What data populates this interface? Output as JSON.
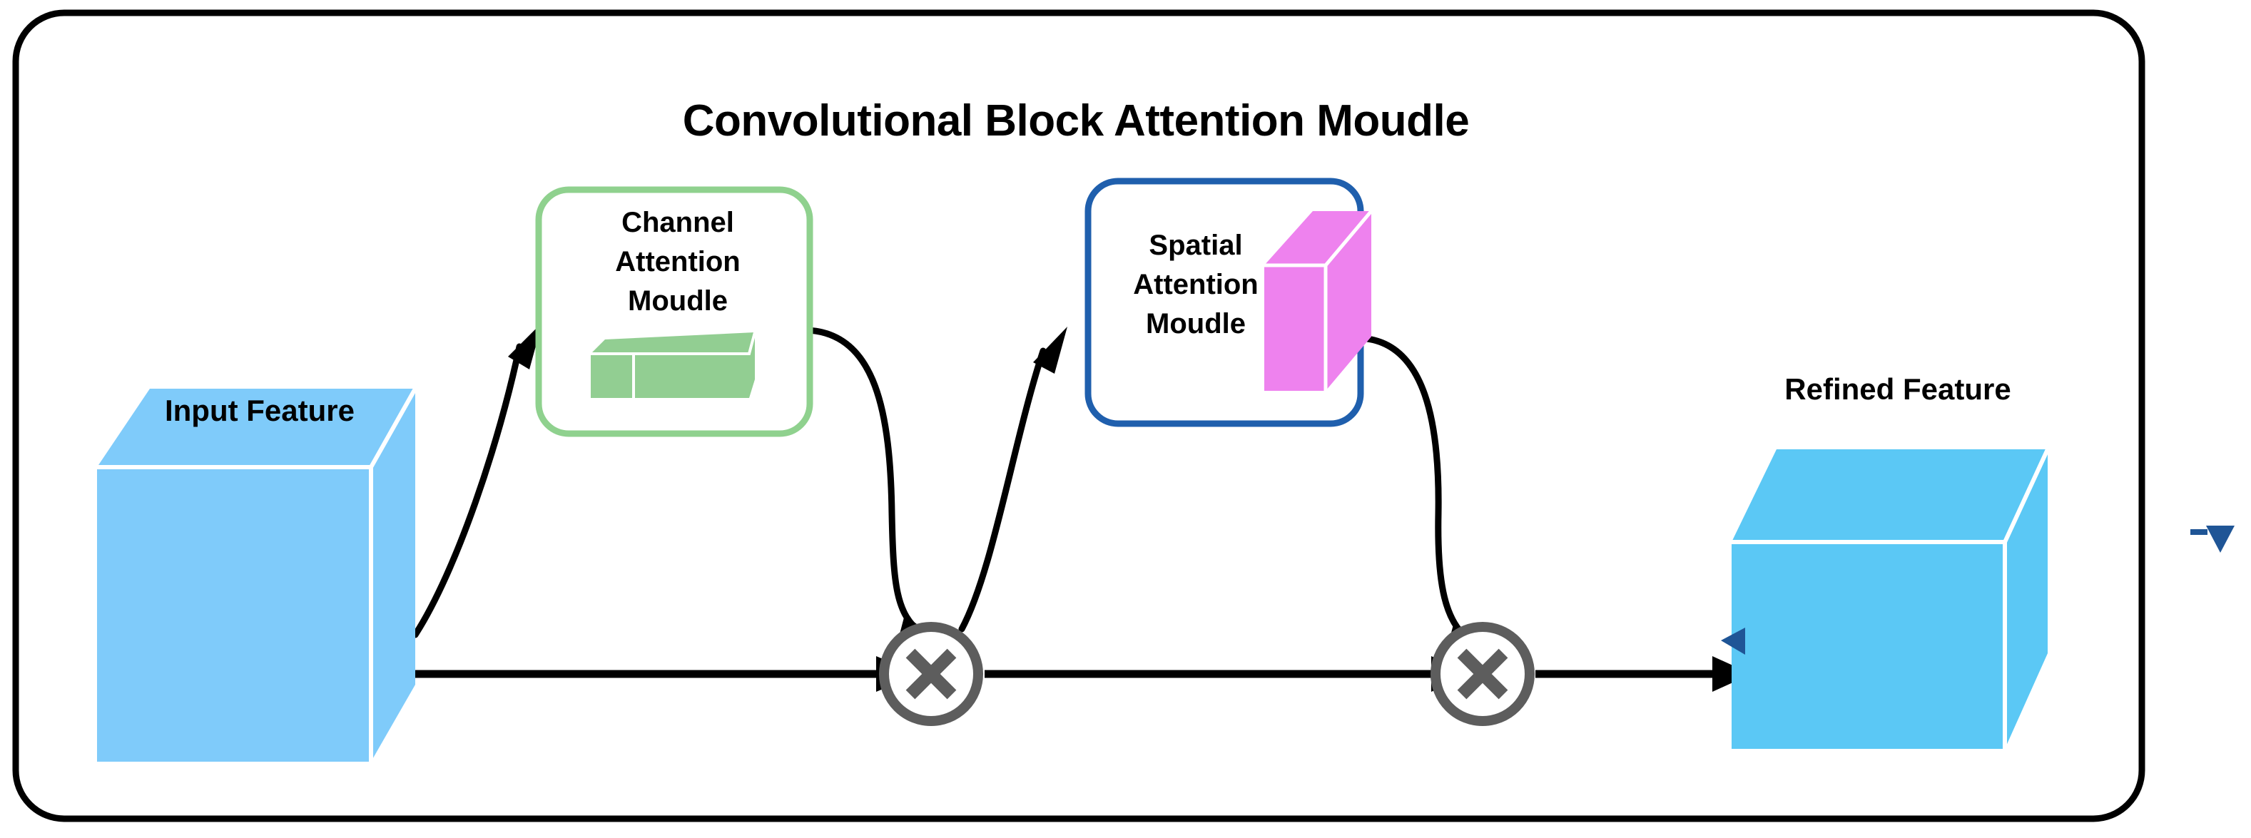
{
  "figure": {
    "title": "Convolutional Block Attention Moudle",
    "frame": {
      "border_color": "#000000",
      "fill": "#ffffff"
    }
  },
  "nodes": {
    "input_feature": {
      "label": "Input Feature",
      "icon": "blue-cube-icon",
      "face_color": "#7FCBFA",
      "top_color": "#7FCBFA",
      "side_color": "#7FCBFA",
      "edge_color": "#ffffff"
    },
    "refined_feature": {
      "label": "Refined Feature",
      "icon": "blue-cube-icon",
      "face_color": "#5BC8F5",
      "top_color": "#5BC8F5",
      "side_color": "#5BC8F5",
      "edge_color": "#ffffff"
    },
    "channel_attention": {
      "label_line1": "Channel",
      "label_line2": "Attention",
      "label_line3": "Moudle",
      "border_color": "#8FD18E",
      "icon": "green-flat-slab-icon",
      "icon_color": "#92CE92"
    },
    "spatial_attention": {
      "label_line1": "Spatial",
      "label_line2": "Attention",
      "label_line3": "Moudle",
      "border_color": "#1F5FAD",
      "icon": "magenta-slab-icon",
      "icon_color": "#EE82EE"
    },
    "multiply_1": {
      "symbol": "×",
      "name": "element-wise-multiply",
      "color": "#5d5d5d"
    },
    "multiply_2": {
      "symbol": "×",
      "name": "element-wise-multiply",
      "color": "#5d5d5d"
    }
  },
  "edges": [
    {
      "from": "input_feature",
      "to": "channel_attention",
      "style": "curved-arrow"
    },
    {
      "from": "channel_attention",
      "to": "multiply_1",
      "style": "curved-arrow"
    },
    {
      "from": "input_feature",
      "to": "multiply_1",
      "style": "straight-arrow"
    },
    {
      "from": "multiply_1",
      "to": "spatial_attention",
      "style": "curved-arrow"
    },
    {
      "from": "spatial_attention",
      "to": "multiply_2",
      "style": "curved-arrow"
    },
    {
      "from": "multiply_1",
      "to": "multiply_2",
      "style": "straight-arrow"
    },
    {
      "from": "multiply_2",
      "to": "refined_feature",
      "style": "straight-arrow"
    }
  ],
  "markers": {
    "selection_left": {
      "name": "selection-triangle-left",
      "color": "#1F5596"
    },
    "selection_down": {
      "name": "selection-triangle-down",
      "color": "#1F5596"
    }
  }
}
